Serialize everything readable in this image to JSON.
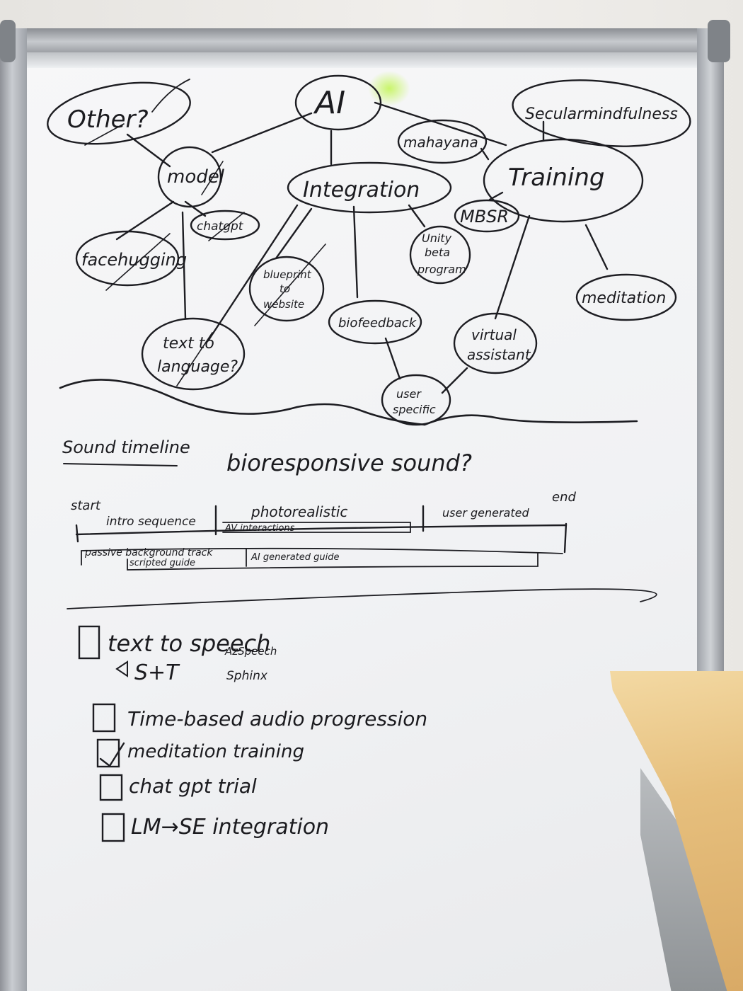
{
  "mindmap": {
    "other": "Other?",
    "ai": "AI",
    "secular": "Secularmindfulness",
    "mahayana": "mahayana",
    "model": "model",
    "integration": "Integration",
    "training": "Training",
    "chatgpt": "chatgpt",
    "mbsr": "MBSR",
    "facehugging": "facehugging",
    "unity": [
      "Unity",
      "beta",
      "program"
    ],
    "blueprint": [
      "blueprint",
      "to",
      "website"
    ],
    "meditation": "meditation",
    "text_to_language": [
      "text to",
      "language?"
    ],
    "biofeedback": "biofeedback",
    "virtual_assistant": [
      "virtual",
      "assistant"
    ],
    "user_specific": [
      "user",
      "specific"
    ]
  },
  "timeline": {
    "title": "Sound timeline",
    "question": "bioresponsive sound?",
    "start": "start",
    "end": "end",
    "intro": "intro sequence",
    "photo": "photorealistic",
    "user_generated": "user generated",
    "av": "AV interactions",
    "passive": "passive background track",
    "scripted": "scripted guide",
    "ai_guide": "AI generated guide"
  },
  "checklist": {
    "items": [
      "text to speech",
      "Time-based audio progression",
      "meditation training",
      "chat gpt trial",
      "LM→SE integration"
    ],
    "stt": "S+T",
    "stt_options": [
      "AzSpeech",
      "Sphinx"
    ]
  }
}
